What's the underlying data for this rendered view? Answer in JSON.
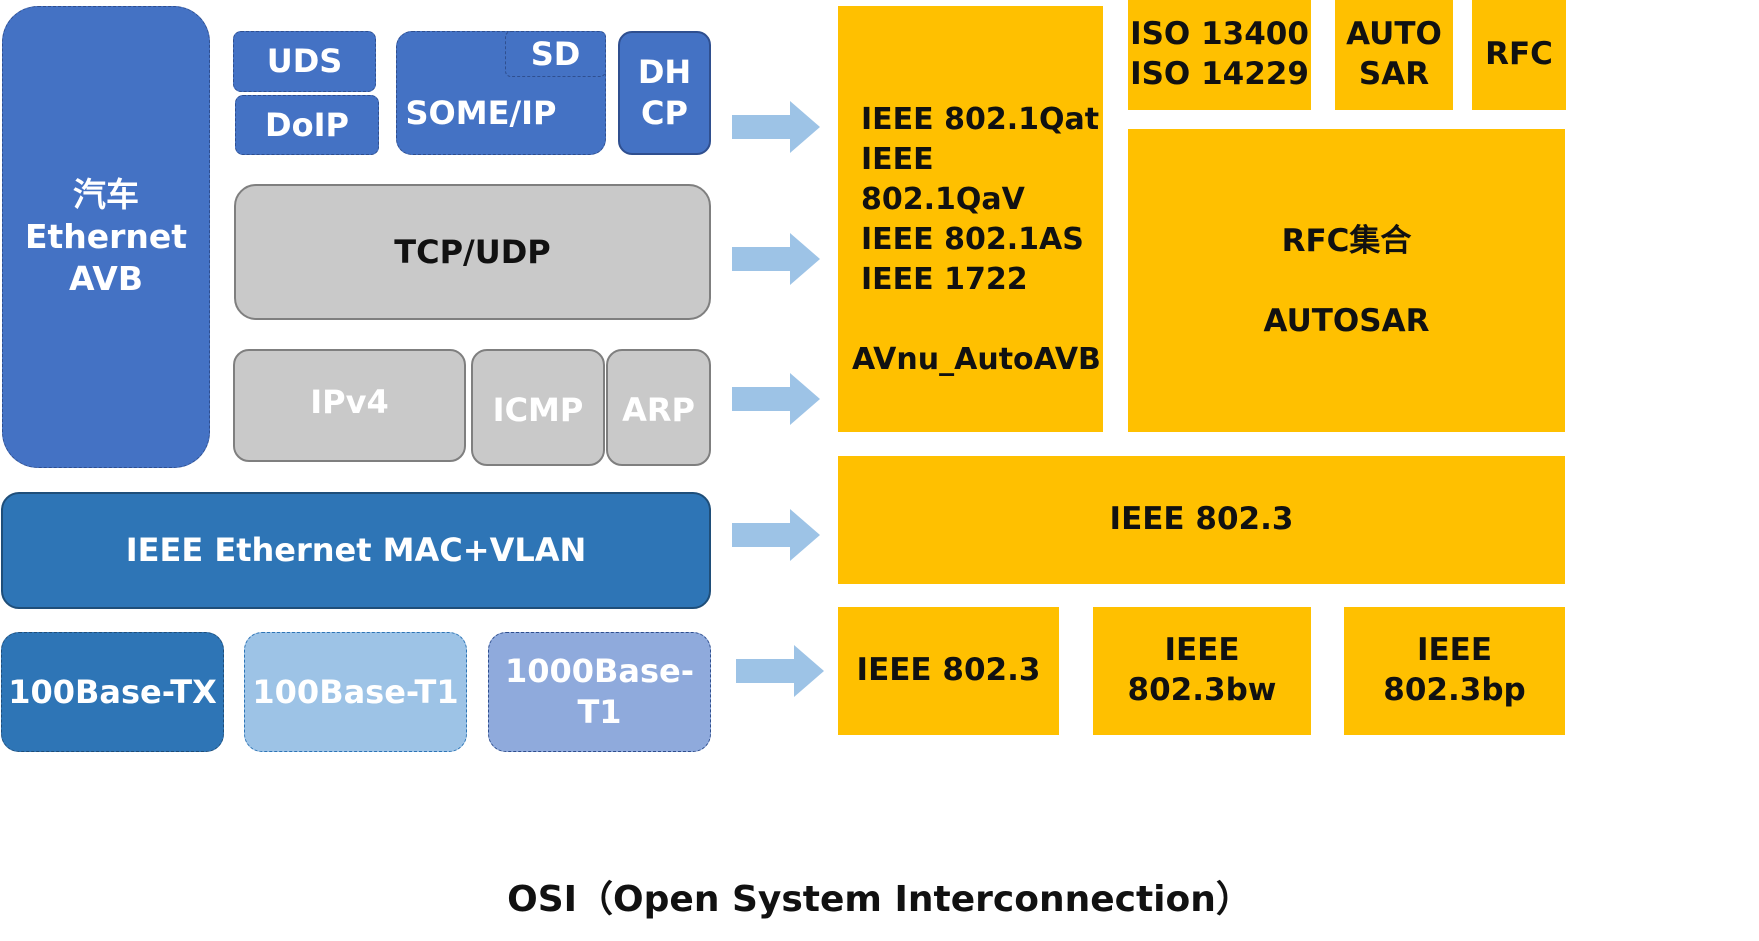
{
  "blocks": {
    "avb": "汽车\nEthernet\nAVB",
    "uds": "UDS",
    "doip": "DoIP",
    "some_ip": "SOME/IP",
    "sd": "SD",
    "dhcp": "DH\nCP",
    "tcp_udp": "TCP/UDP",
    "ipv4": "IPv4",
    "icmp": "ICMP",
    "arp": "ARP",
    "mac_vlan": "IEEE Ethernet MAC+VLAN",
    "base_100tx": "100Base-TX",
    "base_100t1": "100Base-T1",
    "base_1000t1": "1000Base-\nT1"
  },
  "standards": {
    "avb_standards": "IEEE 802.1Qat\nIEEE 802.1QaV\nIEEE 802.1AS\nIEEE 1722",
    "avnu": "AVnu_AutoAVB",
    "iso": "ISO 13400\nISO 14229",
    "autosar_short": "AUTO\nSAR",
    "rfc": "RFC",
    "rfc_set": "RFC集合",
    "autosar": "AUTOSAR",
    "ieee_8023_link": "IEEE 802.3",
    "ieee_8023_phy": "IEEE 802.3",
    "ieee_8023bw": "IEEE\n802.3bw",
    "ieee_8023bp": "IEEE\n802.3bp"
  },
  "caption": "OSI（Open System Interconnection）",
  "colors": {
    "blue": "#4472c4",
    "mac_blue": "#2e75b6",
    "light_blue": "#9dc3e6",
    "periwinkle": "#8faadc",
    "grey": "#c9c9c9",
    "gold": "#ffc000",
    "arrow": "#9dc3e6"
  }
}
